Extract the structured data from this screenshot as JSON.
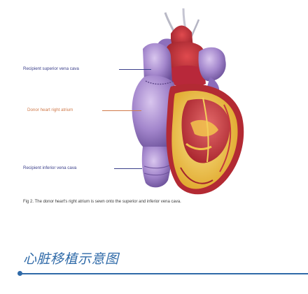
{
  "labels": {
    "svc": "Recipient superior vena cava",
    "ra": "Donor heart right atrium",
    "ivc": "Recipient inferior vena cava"
  },
  "caption": "Fig 2. The donor heart's right atrium is sewn onto the superior and inferior vena cava.",
  "title": "心脏移植示意图",
  "colors": {
    "label_dark": "#3b3f8a",
    "label_accent": "#d07a4a",
    "title_blue": "#2f6aa8",
    "rule_blue": "#2f6aa8",
    "vein_purple": "#9a7cc4",
    "muscle_red": "#c8313a",
    "fat_yellow": "#efc94a"
  }
}
